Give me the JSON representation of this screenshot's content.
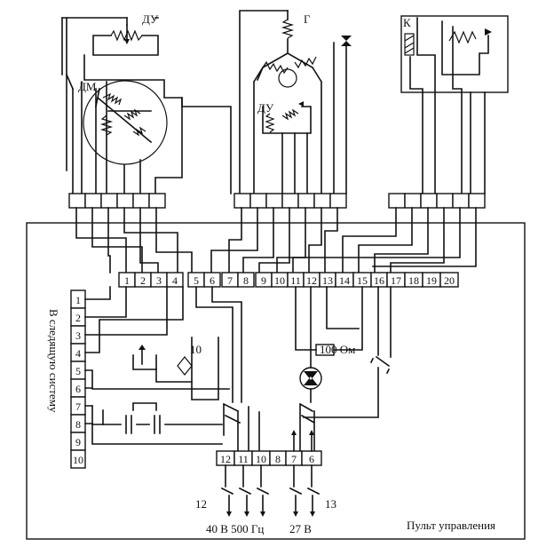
{
  "labels": {
    "du_top": "ДУ",
    "g": "Г",
    "k": "К",
    "dm": "ДМ",
    "du_mid": "ДУ",
    "resistor": "100 Ом",
    "element10": "10",
    "side": "В следящую систему",
    "supply_12": "12",
    "supply_13": "13",
    "supply_ac": "40 В 500 Гц",
    "supply_dc": "27 В",
    "panel": "Пульт управления"
  },
  "main_terminal_strip": [
    "1",
    "2",
    "3",
    "4",
    "5",
    "6",
    "7",
    "8",
    "9",
    "10",
    "11",
    "12",
    "13",
    "14",
    "15",
    "16",
    "17",
    "18",
    "19",
    "20"
  ],
  "side_terminal_strip": [
    "1",
    "2",
    "3",
    "4",
    "5",
    "6",
    "7",
    "8",
    "9",
    "10"
  ],
  "bottom_terminal_strip": [
    "12",
    "11",
    "10",
    "8",
    "7",
    "6"
  ]
}
